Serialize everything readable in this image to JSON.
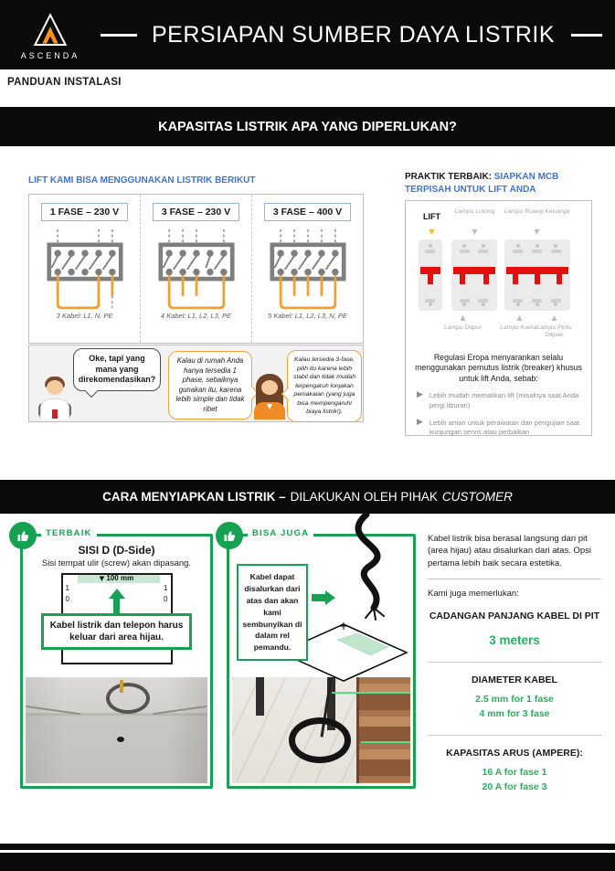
{
  "colors": {
    "accent_green": "#17A253",
    "accent_green_light": "#C9E7D3",
    "accent_blue": "#4472C4",
    "bubble_orange": "#F2A33C",
    "mcb_red": "#E31010",
    "lift_arrow_amber": "#FFC000",
    "bar_black": "#0A0A0A"
  },
  "icons": {
    "down_arrow": "▼",
    "up_arrow": "▲",
    "bullet_right": "▶"
  },
  "header": {
    "logo_text": "ASCENDA",
    "title": "PERSIAPAN SUMBER DAYA LISTRIK",
    "subtitle": "PANDUAN INSTALASI"
  },
  "section1": {
    "bar_title": "KAPASITAS LISTRIK APA YANG DIPERLUKAN?",
    "left_heading": "LIFT KAMI BISA MENGGUNAKAN LISTRIK BERIKUT",
    "phases": [
      {
        "label": "1 FASE – 230 V",
        "caption": "3 Kabel: L1, N, PE"
      },
      {
        "label": "3 FASE – 230 V",
        "caption": "4 Kabel: L1, L2, L3, PE"
      },
      {
        "label": "3 FASE – 400 V",
        "caption": "5 Kabel: L1, L2, L3, N, PE"
      }
    ],
    "bubbles": {
      "question": "Oke, tapi yang mana yang direkomendasikan?",
      "answer_1fase": "Kalau di rumah Anda hanya tersedia 1 phase, sebaiknya gunakan itu, karena lebih simple dan tidak ribet",
      "answer_3fase": "Kalau tersedia 3-fase, pilih itu karena lebih stabil dan tidak mudah terpengaruh lonjakan pemakaian (yang juga bisa mempengaruhi biaya listrik!)."
    },
    "best_practice": {
      "heading_prefix": "PRAKTIK TERBAIK:",
      "heading_highlight": "SIAPKAN MCB TERPISAH UNTUK LIFT ANDA",
      "mcb": {
        "lift": "LIFT",
        "top_label_1": "Lampu Lorong",
        "top_label_2": "Lampu Ruang Keluarga",
        "bottom_label_1": "Lampu Dapur",
        "bottom_label_2": "Lampu Kamar",
        "bottom_label_3": "Lampu Pintu Depan"
      },
      "regulation": "Regulasi Eropa menyarankan selalu menggunakan pemutus listrik (breaker) khusus untuk lift Anda, sebab:",
      "reasons": [
        "Lebih mudah mematikan lift (misalnya saat Anda pergi liburan)",
        "Lebih aman untuk perawatan dan pengujian saat kunjungan servis atau perbaikan"
      ]
    }
  },
  "section2": {
    "bar_title_bold": "CARA MENYIAPKAN LISTRIK –",
    "bar_title_regular": "DILAKUKAN OLEH PIHAK",
    "bar_title_italic": "CUSTOMER",
    "best": {
      "badge": "TERBAIK",
      "title": "SISI D (D-Side)",
      "subtitle": "Sisi tempat ulir (screw) akan dipasang.",
      "dim_label": "100 mm",
      "side_digit_top": "1",
      "side_digit_bottom": "0",
      "note": "Kabel listrik dan telepon harus keluar dari area hijau."
    },
    "also": {
      "badge": "BISA JUGA",
      "note": "Kabel dapat disalurkan dari atas dan akan kami sembunyikan di dalam rel pemandu."
    },
    "right": {
      "paragraph": "Kabel listrik bisa berasal langsung dari pit (area hijau) atau disalurkan dari atas. Opsi pertama lebih baik secara estetika.",
      "need_label": "Kami juga memerlukan:",
      "spare_title": "CADANGAN PANJANG KABEL DI PIT",
      "spare_value": "3 meters",
      "diameter_title": "DIAMETER KABEL",
      "diameter_value_1": "2.5 mm for 1 fase",
      "diameter_value_2": "4 mm for 3 fase",
      "ampere_title": "KAPASITAS ARUS (AMPERE):",
      "ampere_value_1": "16 A for fase 1",
      "ampere_value_2": "20 A for fase 3"
    }
  }
}
